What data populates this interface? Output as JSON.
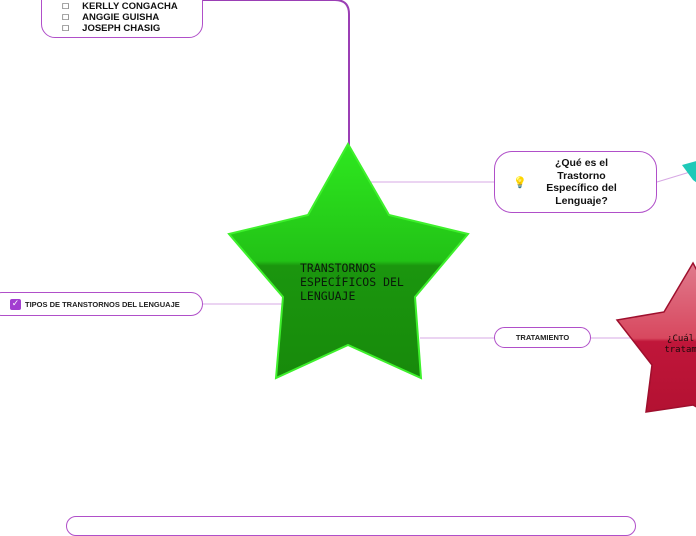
{
  "central": {
    "title": "TRANSTORNOS ESPECÍFICOS DEL LENGUAJE"
  },
  "authors": [
    "KERLLY CONGACHA",
    "ANGGIE GUISHA",
    "JOSEPH CHASIG"
  ],
  "authors_bullet": "☐",
  "topics": {
    "what_is": "¿Qué es el Trastorno Específico del Lenguaje?",
    "treatment": "TRATAMIENTO",
    "types": "TIPOS DE TRANSTORNOS DEL LENGUAJE"
  },
  "red_star": {
    "text": "¿Cuál e tratam ?"
  },
  "icons": {
    "bulb": "lightbulb-icon",
    "check": "checkbox-icon"
  },
  "colors": {
    "star_green_top": "#2ee81f",
    "star_green_bottom": "#1a8f0c",
    "star_red": "#c0163a",
    "teal_star": "#1fc9b8",
    "border": "#b04fc9",
    "connector": "#9b3fb5"
  }
}
